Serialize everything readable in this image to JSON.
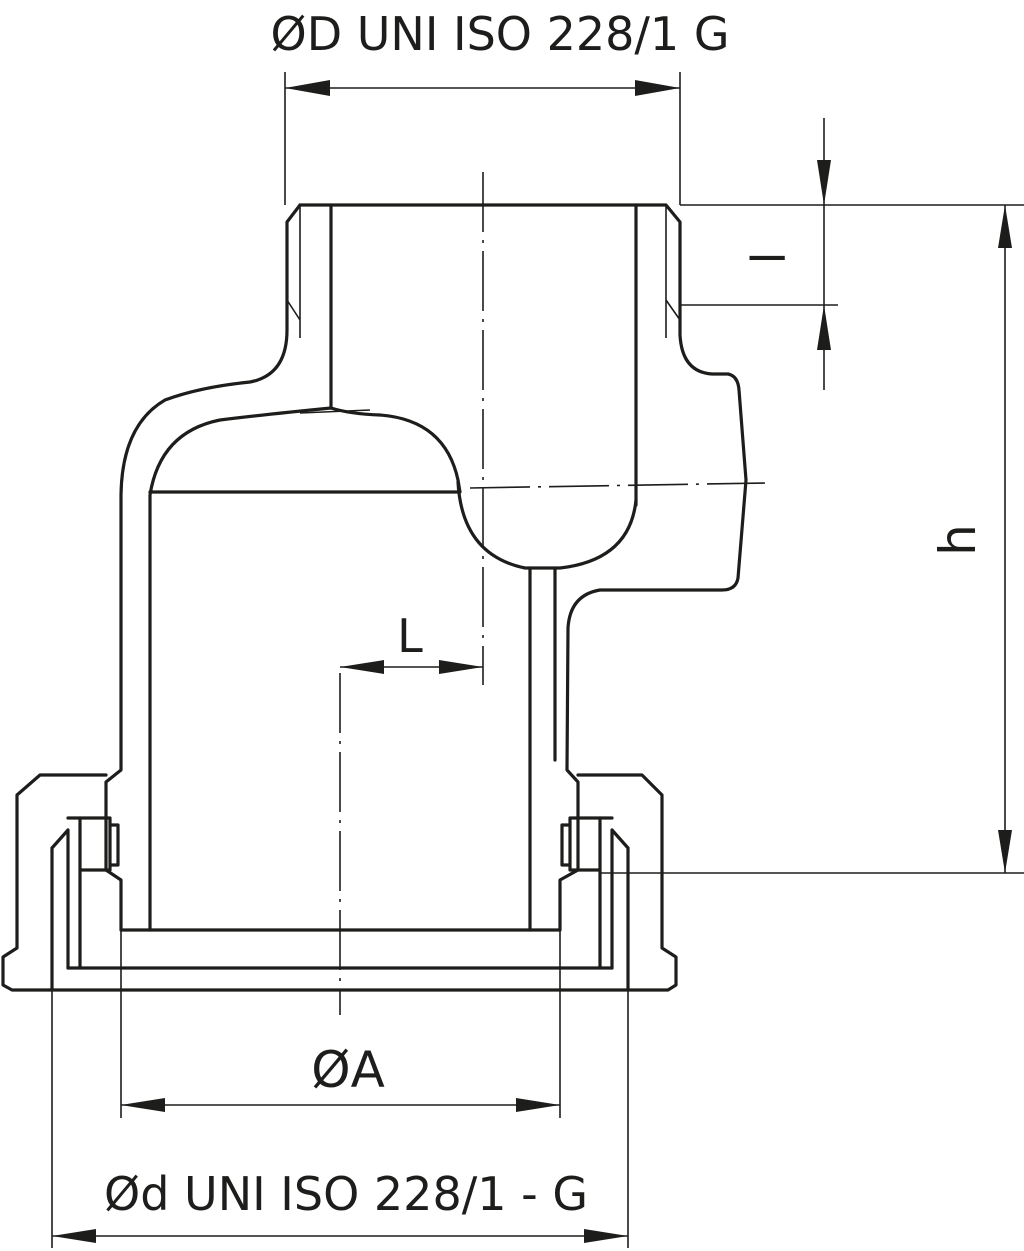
{
  "dimensions": {
    "top_thread": "ØD UNI ISO 228/1 G",
    "thread_length": "l",
    "height": "h",
    "offset": "L",
    "bore": "ØA",
    "bottom_thread": "Ød UNI ISO 228/1 - G"
  },
  "colors": {
    "line": "#1d1d1b",
    "background": "#ffffff"
  }
}
